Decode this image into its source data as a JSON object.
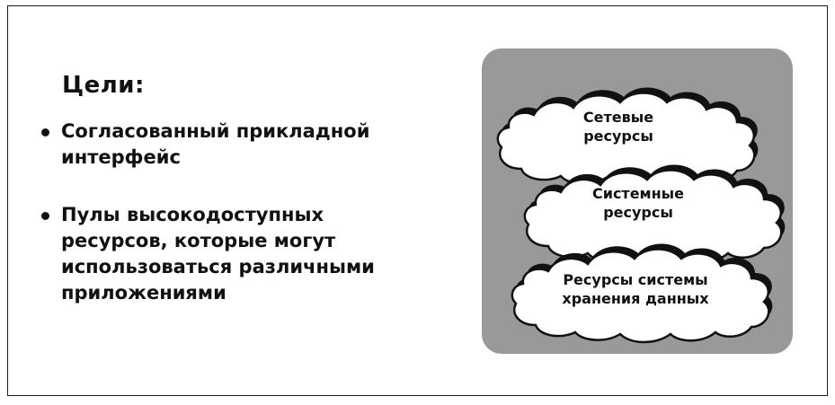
{
  "slide": {
    "heading": "Цели:",
    "bullets": [
      {
        "text": "Согласованный прикладной интерфейс"
      },
      {
        "text": "Пулы высокодоступных ресурсов, которые могут использоваться различными приложениями"
      }
    ]
  },
  "diagram": {
    "background_color": "#999999",
    "clouds": [
      {
        "line1": "Сетевые",
        "line2": "ресурсы"
      },
      {
        "line1": "Системные",
        "line2": "ресурсы"
      },
      {
        "line1": "Ресурсы системы",
        "line2": "хранения данных"
      }
    ]
  }
}
